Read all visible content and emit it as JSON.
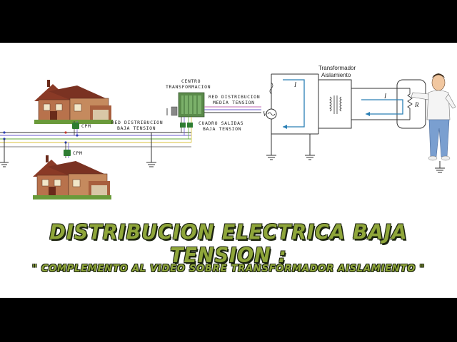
{
  "title": "DISTRIBUCION ELECTRICA BAJA TENSION :",
  "subtitle": "\" COMPLEMENTO AL VIDEO SOBRE TRANSFORMADOR AISLAMIENTO \"",
  "diagram": {
    "centro": [
      "CENTRO",
      "TRANSFORMACION"
    ],
    "red_media": [
      "RED DISTRIBUCION",
      "MEDIA TENSION"
    ],
    "red_baja": [
      "RED DISTRIBUCION",
      "BAJA TENSION"
    ],
    "cuadro": [
      "CUADRO SALIDAS",
      "BAJA TENSION"
    ],
    "cpm_top": "CPM",
    "cpm_bottom": "CPM",
    "transformador": [
      "Transformador",
      "Aislamiento"
    ],
    "current_left": "I",
    "current_right": "I",
    "voltage": "V",
    "resistor": "R"
  },
  "colors": {
    "banner_text": "#8fa63a",
    "wire_phase": "#333333",
    "wire_neutral": "#6a5acd",
    "wire_green": "#5fa83a",
    "wire_yellow": "#d8c23a",
    "arrow": "#2a7fb5"
  }
}
